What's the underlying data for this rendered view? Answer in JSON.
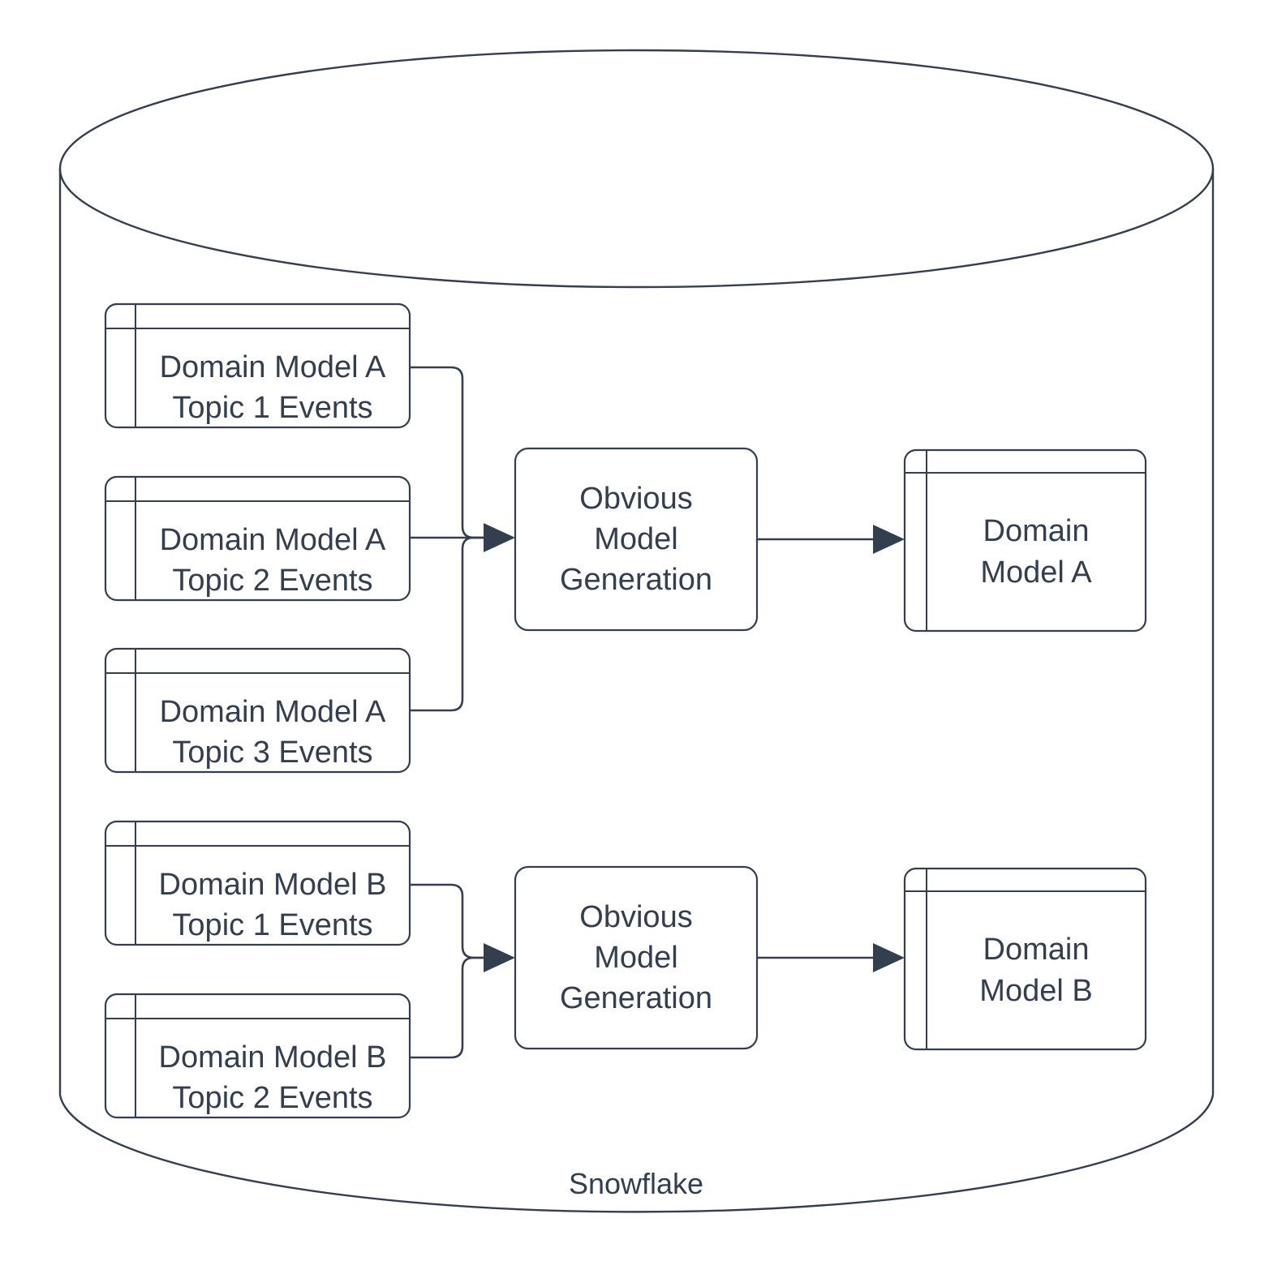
{
  "diagram": {
    "title_visible": false,
    "container": {
      "name": "Snowflake",
      "label": "Snowflake",
      "shape": "cylinder"
    },
    "colors": {
      "stroke": "#333f4f",
      "fill": "#ffffff",
      "text": "#333f4f",
      "background": "#ffffff"
    },
    "sources": [
      {
        "id": "a1",
        "line1": "Domain Model A",
        "line2": "Topic 1 Events",
        "shape": "table"
      },
      {
        "id": "a2",
        "line1": "Domain Model A",
        "line2": "Topic 2 Events",
        "shape": "table"
      },
      {
        "id": "a3",
        "line1": "Domain Model A",
        "line2": "Topic 3 Events",
        "shape": "table"
      },
      {
        "id": "b1",
        "line1": "Domain Model B",
        "line2": "Topic 1 Events",
        "shape": "table"
      },
      {
        "id": "b2",
        "line1": "Domain Model B",
        "line2": "Topic 2 Events",
        "shape": "table"
      }
    ],
    "processes": [
      {
        "id": "pa",
        "line1": "Obvious",
        "line2": "Model",
        "line3": "Generation",
        "shape": "rounded-rect"
      },
      {
        "id": "pb",
        "line1": "Obvious",
        "line2": "Model",
        "line3": "Generation",
        "shape": "rounded-rect"
      }
    ],
    "outputs": [
      {
        "id": "oa",
        "line1": "Domain",
        "line2": "Model A",
        "shape": "table"
      },
      {
        "id": "ob",
        "line1": "Domain",
        "line2": "Model B",
        "shape": "table"
      }
    ],
    "edges": [
      {
        "from": "a1",
        "to": "pa",
        "arrow": true
      },
      {
        "from": "a2",
        "to": "pa",
        "arrow": true
      },
      {
        "from": "a3",
        "to": "pa",
        "arrow": true
      },
      {
        "from": "pa",
        "to": "oa",
        "arrow": true
      },
      {
        "from": "b1",
        "to": "pb",
        "arrow": true
      },
      {
        "from": "b2",
        "to": "pb",
        "arrow": true
      },
      {
        "from": "pb",
        "to": "ob",
        "arrow": true
      }
    ]
  }
}
